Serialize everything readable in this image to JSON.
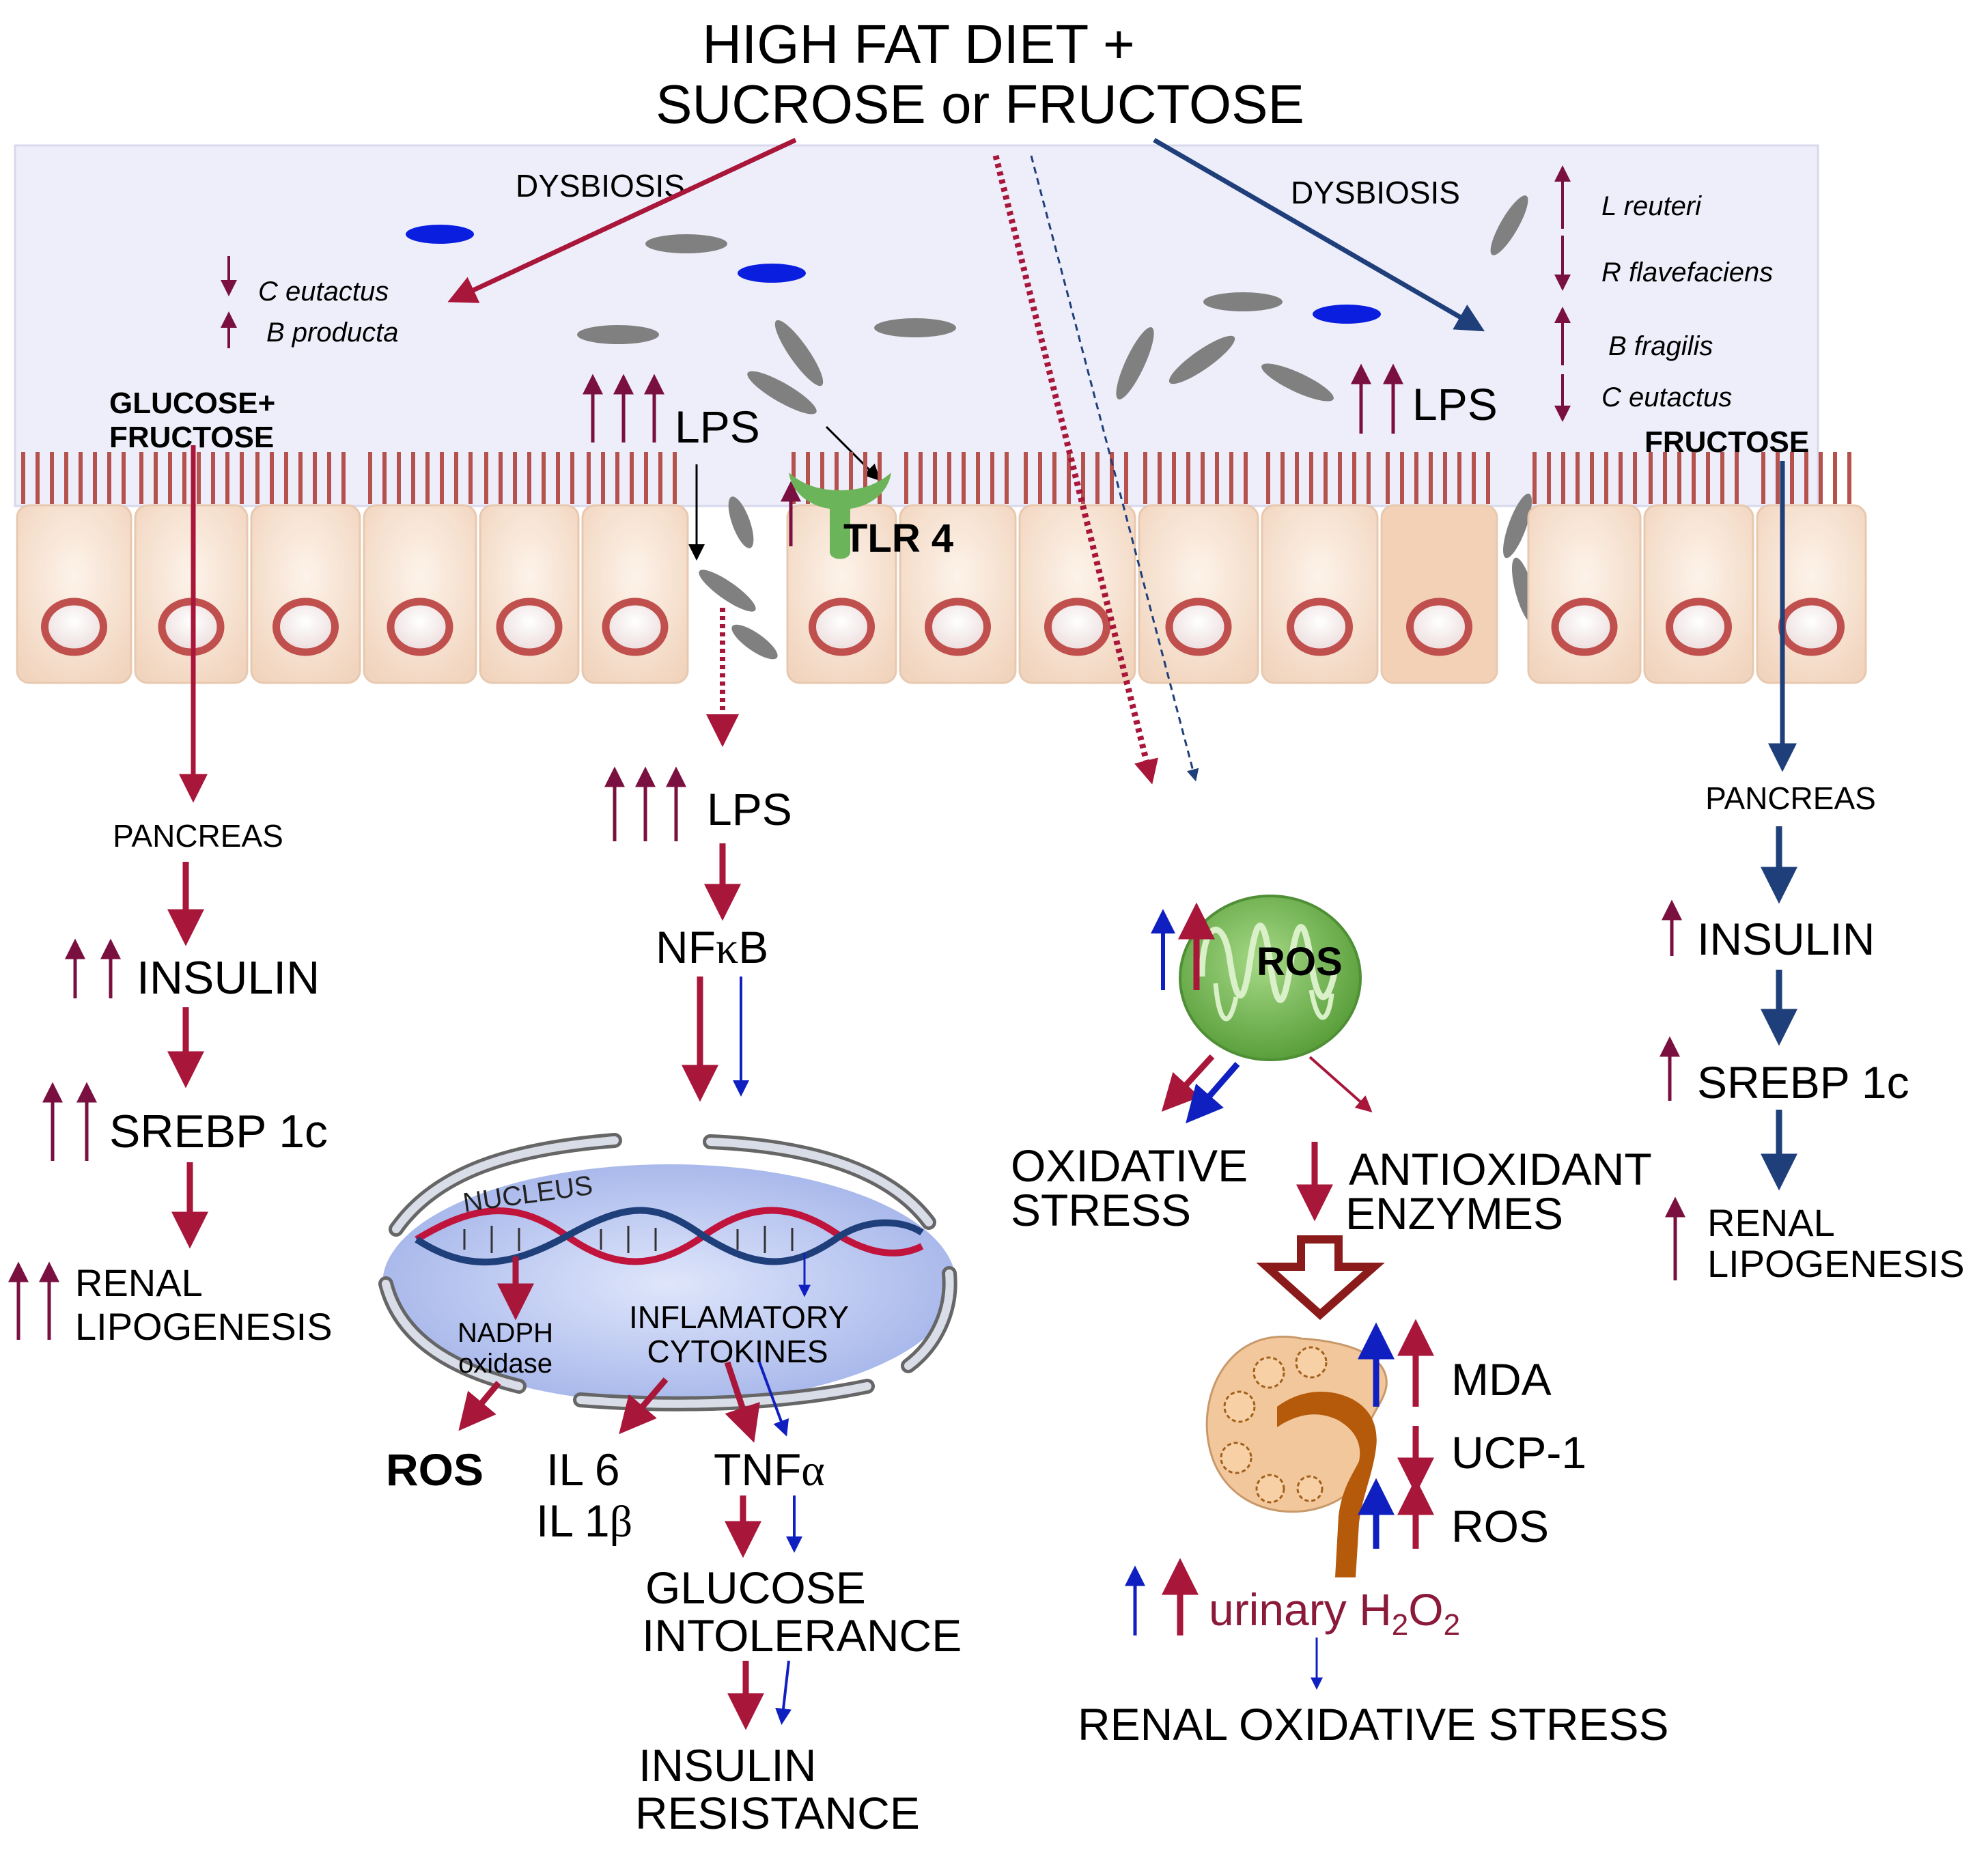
{
  "title": {
    "line1": "HIGH FAT DIET +",
    "line2": "SUCROSE or FRUCTOSE"
  },
  "dysbiosis_left": "DYSBIOSIS",
  "dysbiosis_right": "DYSBIOSIS",
  "bacteria_left": {
    "b1": "C eutactus",
    "b2": "B producta"
  },
  "bacteria_right": {
    "b1": "L reuteri",
    "b2": "R flavefaciens",
    "b3": "B fragilis",
    "b4": "C eutactus"
  },
  "lumen": {
    "glucose_fructose_1": "GLUCOSE+",
    "glucose_fructose_2": "FRUCTOSE",
    "lps_center": "LPS",
    "lps_right": "LPS",
    "fructose_right": "FRUCTOSE",
    "tlr4": "TLR 4"
  },
  "left_pathway": {
    "pancreas": "PANCREAS",
    "insulin": "INSULIN",
    "srebp": "SREBP 1c",
    "renal_1": "RENAL",
    "renal_2": "LIPOGENESIS"
  },
  "center_pathway": {
    "lps": "LPS",
    "nfkb_prefix": "NF",
    "nfkb_kappa": "κ",
    "nfkb_suffix": "B",
    "nucleus": "NUCLEUS",
    "nadph_1": "NADPH",
    "nadph_2": "oxidase",
    "cytokines_1": "INFLAMATORY",
    "cytokines_2": "CYTOKINES",
    "ros": "ROS",
    "il6": "IL 6",
    "il1b_prefix": "IL 1",
    "il1b_greek": "β",
    "tnf_prefix": "TNF",
    "tnf_greek": "α",
    "glucose_1": "GLUCOSE",
    "glucose_2": "INTOLERANCE",
    "insulin_res_1": "INSULIN",
    "insulin_res_2": "RESISTANCE"
  },
  "mito_pathway": {
    "ros": "ROS",
    "oxidative_1": "OXIDATIVE",
    "oxidative_2": "STRESS",
    "antioxidant_1": "ANTIOXIDANT",
    "antioxidant_2": "ENZYMES",
    "mda": "MDA",
    "ucp1": "UCP-1",
    "ros_kidney": "ROS",
    "urinary_prefix": "urinary H",
    "urinary_sub1": "2",
    "urinary_mid": "O",
    "urinary_sub2": "2",
    "renal_oxidative": "RENAL OXIDATIVE STRESS"
  },
  "right_pathway": {
    "pancreas": "PANCREAS",
    "insulin": "INSULIN",
    "srebp": "SREBP 1c",
    "renal_1": "RENAL",
    "renal_2": "LIPOGENESIS"
  },
  "colors": {
    "crimson": "#a8163a",
    "plum": "#7a1040",
    "navy": "#1f3f7a",
    "blue": "#1020c0",
    "lumen": "#eeeefa",
    "cell": "#f7e3d3",
    "cell_border": "#e8c8ae",
    "nucleus_ring": "#c0504d",
    "microvilli": "#b5524d",
    "bacteria": "#808080",
    "mito": "#6ab04c",
    "tlr4": "#6cb45a",
    "kidney": "#f3c79c",
    "kidney_pelvis": "#b45a0a"
  }
}
